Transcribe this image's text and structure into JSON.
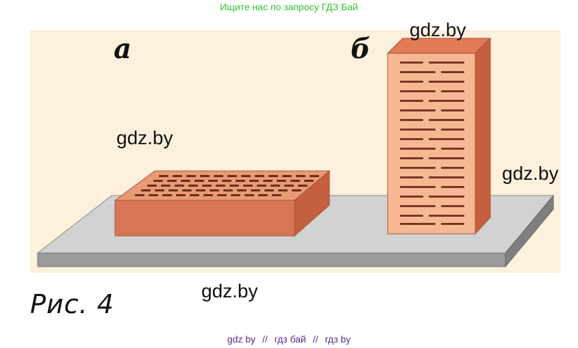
{
  "banner": "Ищите нас по запросу ГДЗ Бай",
  "figure": {
    "label_a": "а",
    "label_b": "б",
    "caption": "Рис. 4"
  },
  "watermarks": [
    "gdz.by",
    "gdz.by",
    "gdz.by",
    "gdz.by"
  ],
  "footer": {
    "links": [
      "gdz by",
      "гдз бай",
      "гдз by"
    ],
    "separator": "//"
  },
  "colors": {
    "background": "#fdf0dc",
    "brick_top": "#e89a74",
    "brick_front": "#d97555",
    "brick_side": "#c4603f",
    "brick_face_light": "#f6b893",
    "slab_top": "#d2d2d2",
    "slab_front": "#9a9a9a",
    "banner": "#2fc42f",
    "footer": "#5a2a8a"
  }
}
